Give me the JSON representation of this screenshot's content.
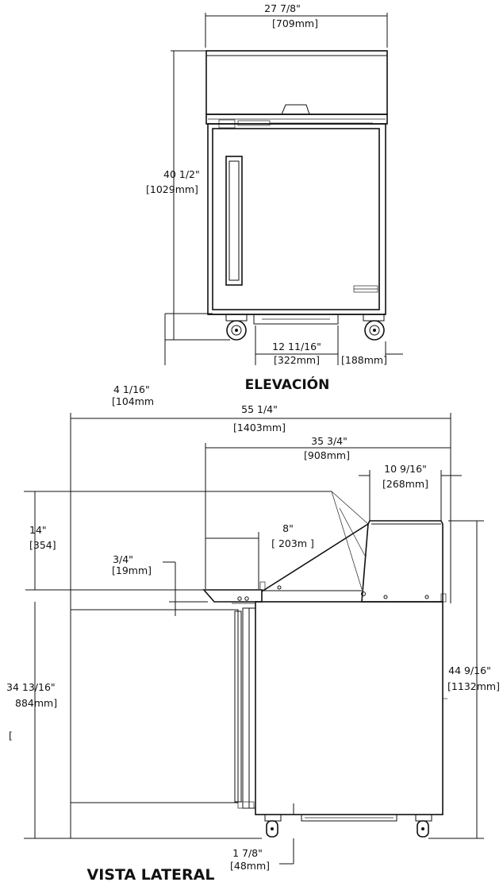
{
  "elevation": {
    "title": "ELEVACIÓN",
    "width_in": "27 7/8\"",
    "width_mm": "[709mm]",
    "height_in": "40 1/2\"",
    "height_mm": "[1029mm]",
    "drawer_in": "12 11/16\"",
    "drawer_mm": "[322mm]",
    "caster_mm": "[188mm]"
  },
  "side": {
    "title": "VISTA LATERAL",
    "overhang_in": "4 1/16\"",
    "overhang_mm": "[104mm",
    "length_in": "55 1/4\"",
    "length_mm": "[1403mm]",
    "cab_in": "35 3/4\"",
    "cab_mm": "[908mm]",
    "top_in": "10 9/16\"",
    "top_mm": "[268mm]",
    "lid_in": "14\"",
    "lid_mm": "[354]",
    "board_in": "8\"",
    "board_mm": "[ 203m ]",
    "thick_in": "3/4\"",
    "thick_mm": "[19mm]",
    "work_in": "34 13/16\"",
    "work_mm": "884mm]",
    "work_bracket": "[",
    "total_in": "44 9/16\"",
    "total_mm": "[1132mm]",
    "clear_in": "1 7/8\"",
    "clear_mm": "[48mm]"
  }
}
